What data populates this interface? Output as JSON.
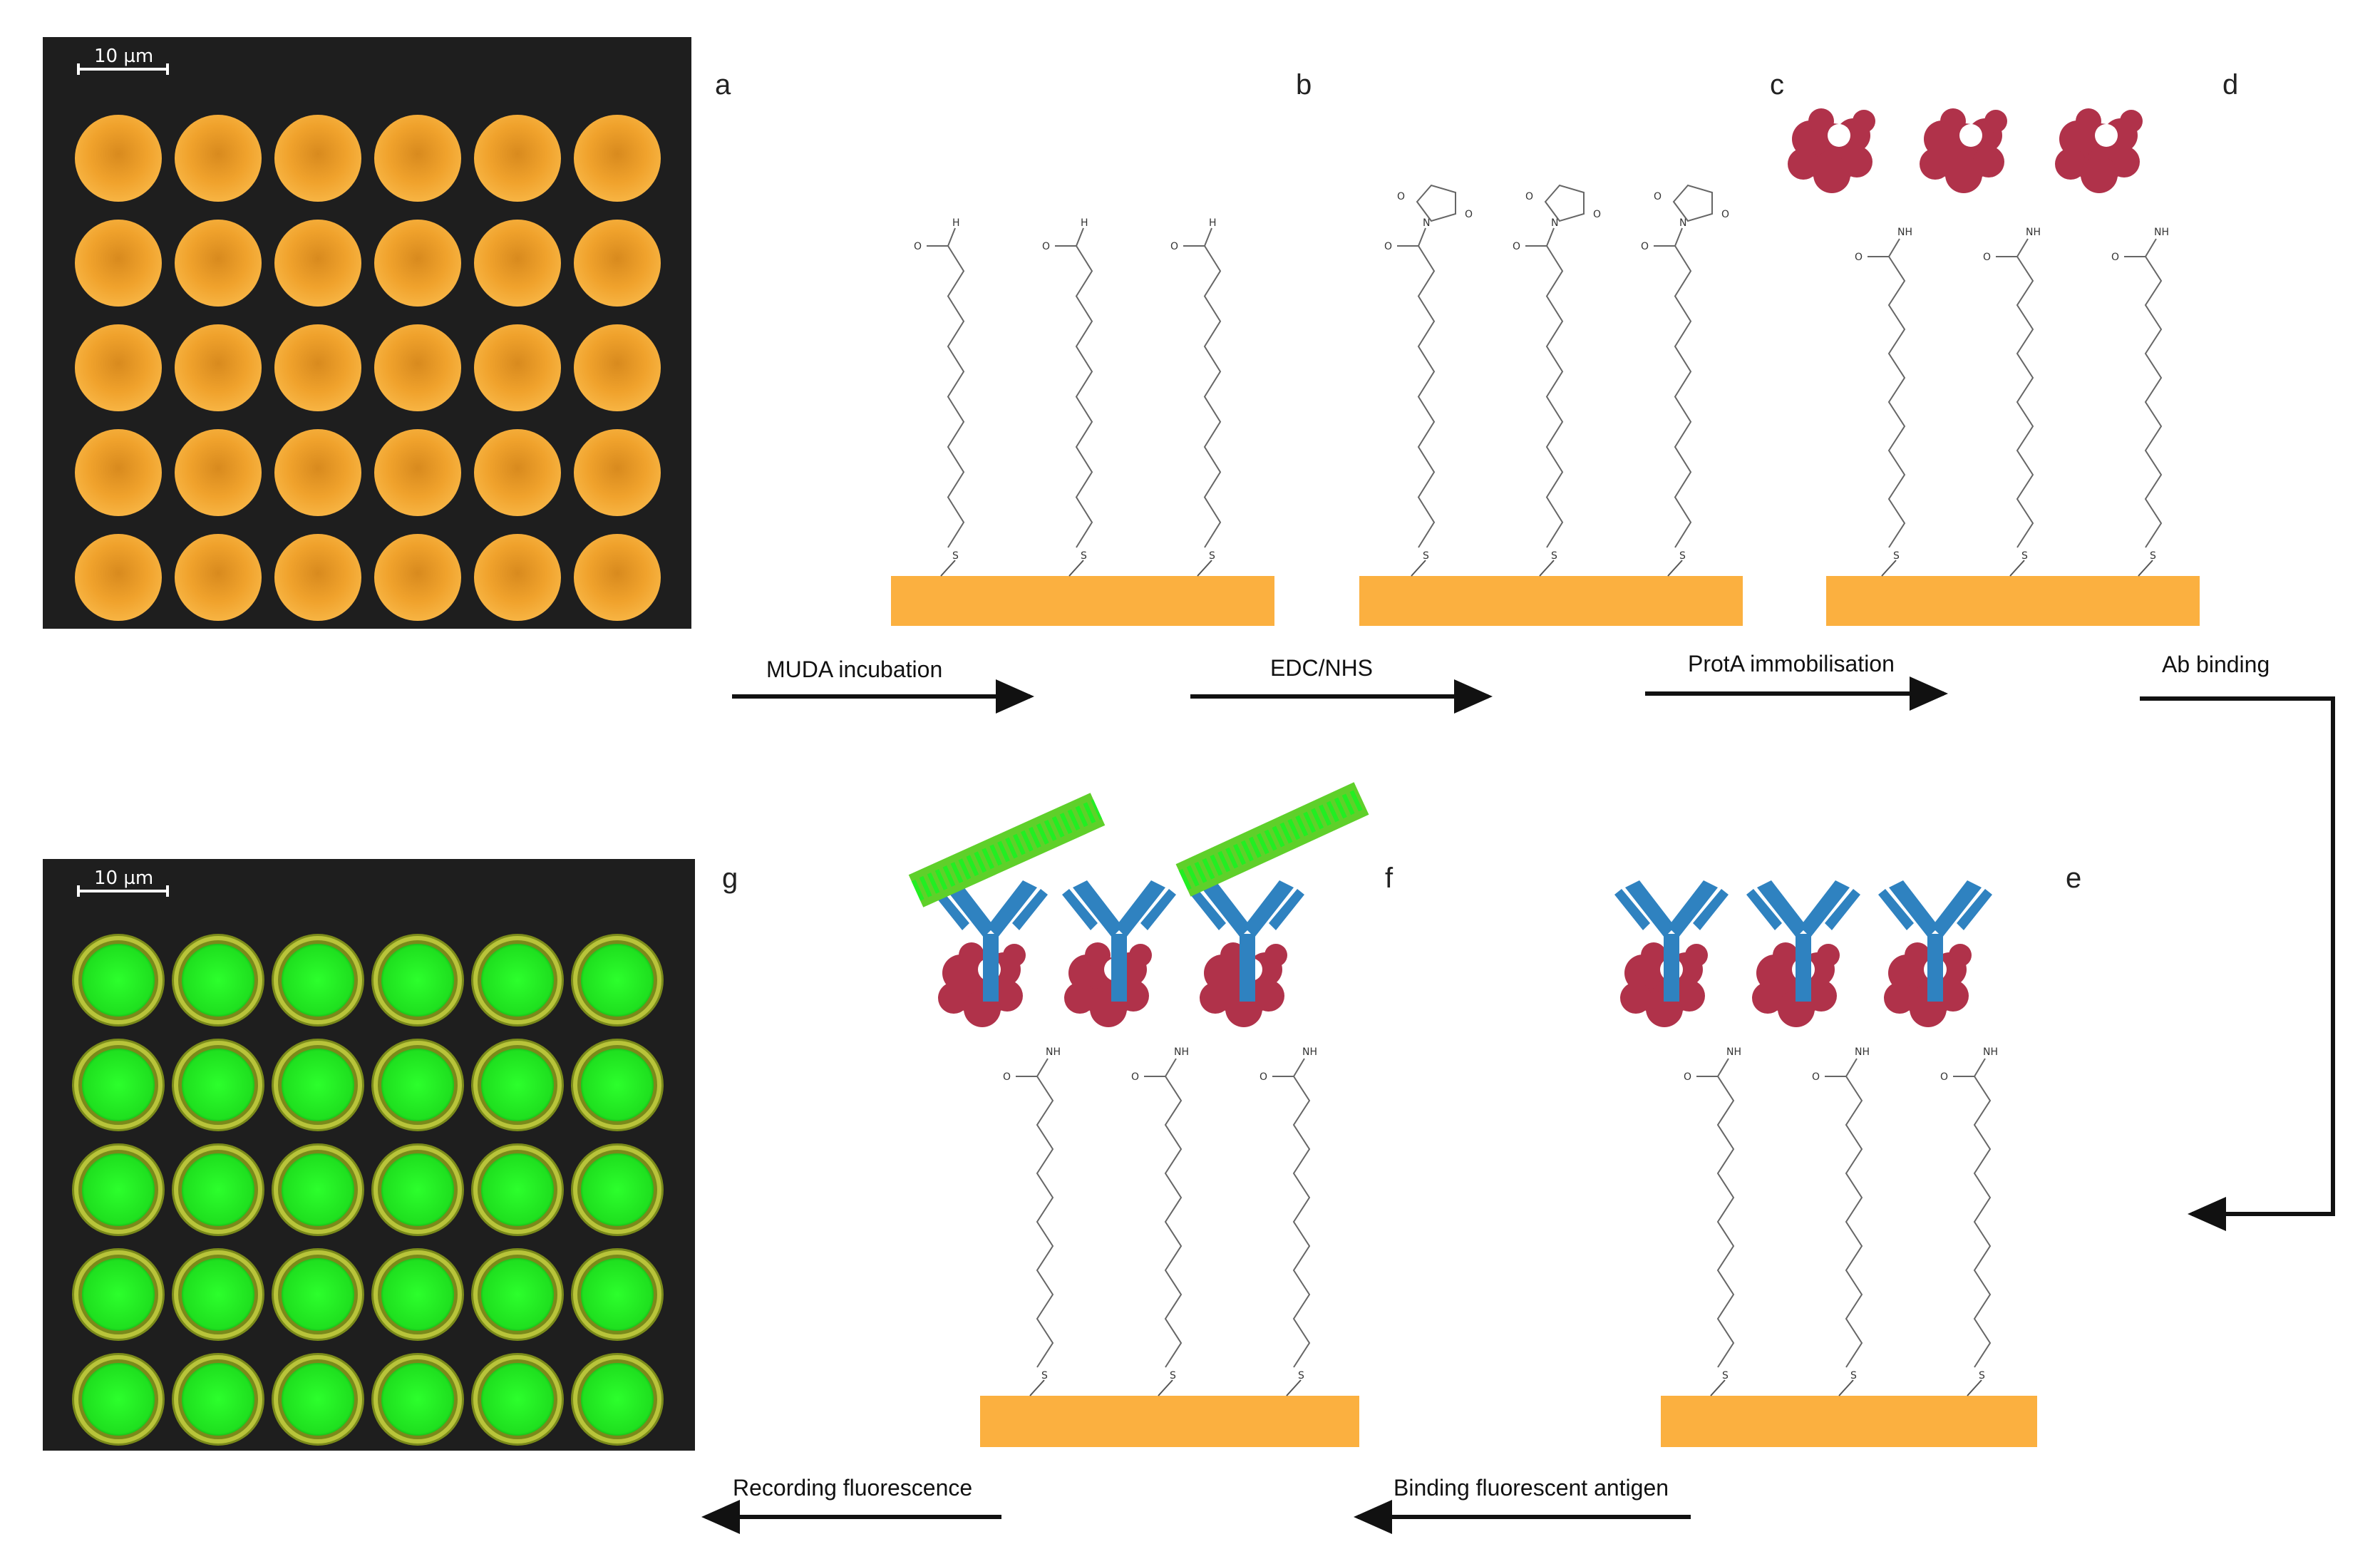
{
  "panels": {
    "a": "a",
    "b": "b",
    "c": "c",
    "d": "d",
    "e": "e",
    "f": "f",
    "g": "g"
  },
  "micrographs": {
    "top": {
      "scale_bar": "10 µm",
      "rows": 5,
      "cols": 6,
      "style": "gold"
    },
    "bottom": {
      "scale_bar": "10 µm",
      "rows": 5,
      "cols": 6,
      "style": "fluorescent"
    }
  },
  "steps": {
    "muda": "MUDA incubation",
    "edc": "EDC/NHS",
    "prota": "ProtA immobilisation",
    "ab": "Ab binding",
    "antigen": "Binding fluorescent antigen",
    "recording": "Recording fluorescence"
  },
  "chem": {
    "H": "H",
    "O": "O",
    "N": "N",
    "S": "S",
    "NH": "NH"
  },
  "colors": {
    "gold_substrate": "#fbb040",
    "gold_dot": "#f0a22c",
    "dark_bg": "#1e1e1e",
    "green": "#22ee22",
    "protein": "#b0324a",
    "antibody": "#2f82c0",
    "arrow": "#111111"
  },
  "icons": {
    "protein": "protein-a-icon",
    "antibody": "antibody-icon",
    "antigen": "fluorescent-antigen-icon"
  }
}
